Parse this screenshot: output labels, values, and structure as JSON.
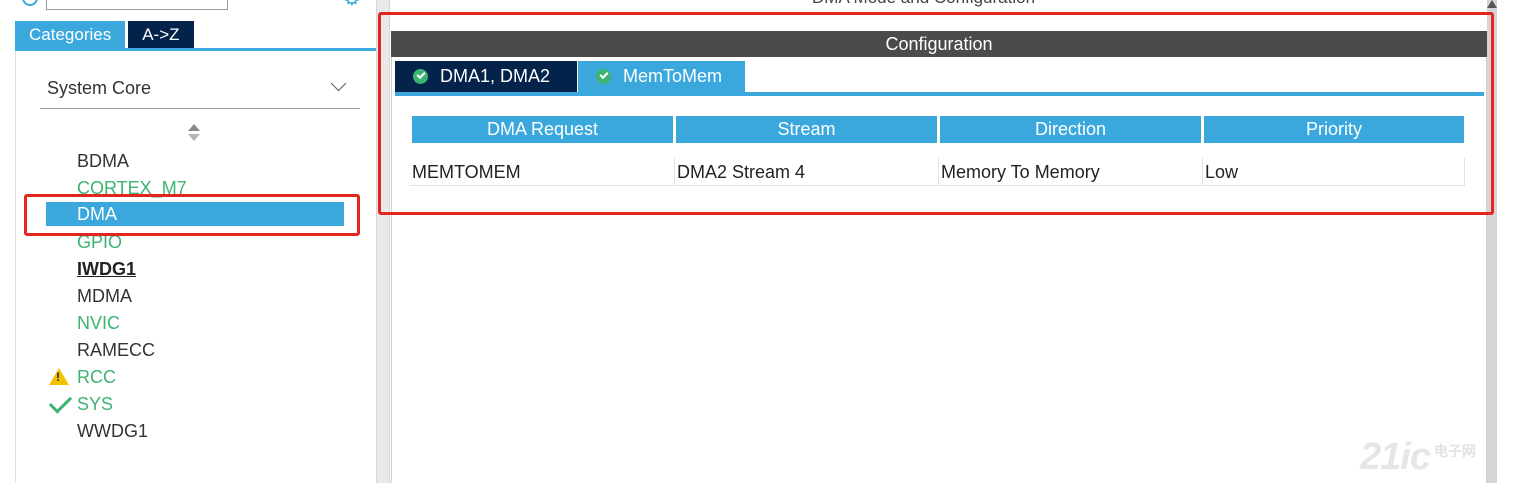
{
  "left_panel": {
    "tabs": {
      "categories": "Categories",
      "az": "A->Z"
    },
    "category_select": {
      "value": "System Core"
    },
    "items": [
      {
        "label": "BDMA",
        "status": "none"
      },
      {
        "label": "CORTEX_M7",
        "status": "configured"
      },
      {
        "label": "DMA",
        "status": "selected"
      },
      {
        "label": "GPIO",
        "status": "configured"
      },
      {
        "label": "IWDG1",
        "status": "active"
      },
      {
        "label": "MDMA",
        "status": "none"
      },
      {
        "label": "NVIC",
        "status": "configured"
      },
      {
        "label": "RAMECC",
        "status": "none"
      },
      {
        "label": "RCC",
        "status": "warning"
      },
      {
        "label": "SYS",
        "status": "ok"
      },
      {
        "label": "WWDG1",
        "status": "none"
      }
    ]
  },
  "right_panel": {
    "mode_title": "DMA Mode and Configuration",
    "config_title": "Configuration",
    "config_tabs": [
      {
        "label": "DMA1, DMA2",
        "icon": "check-circle-icon",
        "active": false
      },
      {
        "label": "MemToMem",
        "icon": "check-circle-icon",
        "active": true
      }
    ],
    "table": {
      "headers": [
        "DMA Request",
        "Stream",
        "Direction",
        "Priority"
      ],
      "rows": [
        [
          "MEMTOMEM",
          "DMA2 Stream 4",
          "Memory To Memory",
          "Low"
        ]
      ]
    }
  },
  "watermark": {
    "text": "21ic",
    "cn": "电子网"
  },
  "colors": {
    "accent": "#3aa8dd",
    "dark_navy": "#03234b",
    "ok_green": "#3cb371",
    "warn_yellow": "#f2c200",
    "highlight_red": "#e3251f"
  }
}
